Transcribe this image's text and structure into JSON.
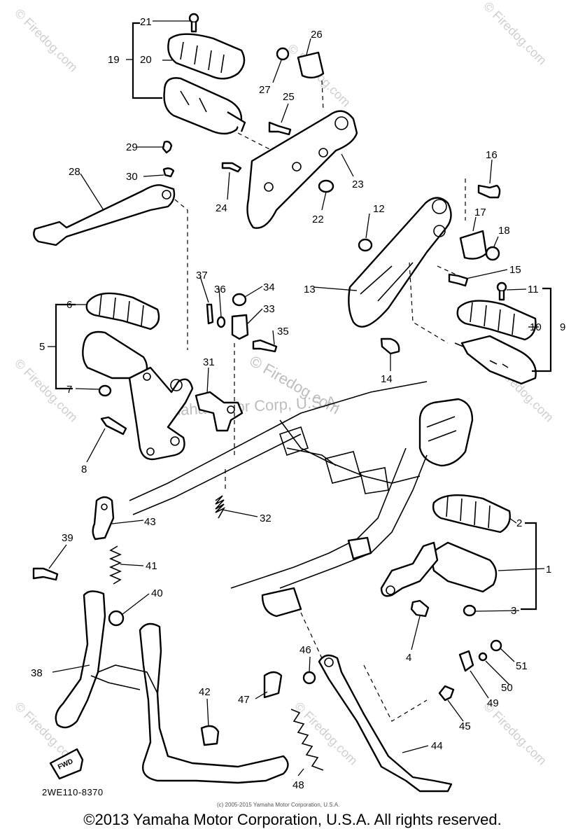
{
  "diagram": {
    "code": "2WE110-8370",
    "small_copyright": "(c) 2005-2015 Yamaha Motor Corporation, U.S.A.",
    "copyright": "©2013 Yamaha Motor Corporation, U.S.A. All rights reserved.",
    "fwd_label": "FWD",
    "watermarks": [
      "© Firedog.com",
      "© Firedog.com",
      "© Firedog.com",
      "© Firedog.com",
      "© Firedog.com",
      "© Firedog.com",
      "© Firedog.com",
      "© Firedog.com"
    ],
    "center_watermark": "© Firedog.com",
    "center_watermark_2": "Yamaha Motor Corp, U.S.A.",
    "callouts": [
      "1",
      "2",
      "3",
      "4",
      "5",
      "6",
      "7",
      "8",
      "9",
      "10",
      "11",
      "12",
      "13",
      "14",
      "15",
      "16",
      "17",
      "18",
      "19",
      "20",
      "21",
      "22",
      "23",
      "24",
      "25",
      "26",
      "27",
      "28",
      "29",
      "30",
      "31",
      "32",
      "33",
      "34",
      "35",
      "36",
      "37",
      "38",
      "39",
      "40",
      "41",
      "42",
      "43",
      "44",
      "45",
      "46",
      "47",
      "48",
      "49",
      "50",
      "51"
    ]
  }
}
